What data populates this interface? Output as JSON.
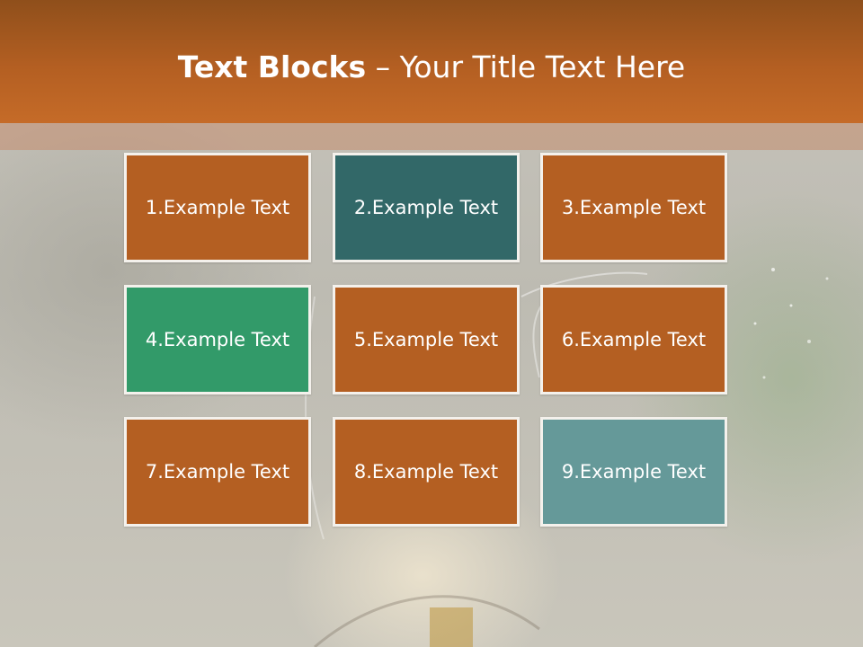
{
  "title": {
    "bold": "Text Blocks",
    "dash": " – ",
    "rest": "Your Title Text Here"
  },
  "blocks": [
    {
      "label": "1.Example Text",
      "color": "#b45f22"
    },
    {
      "label": "2.Example Text",
      "color": "#326868"
    },
    {
      "label": "3.Example Text",
      "color": "#b45f22"
    },
    {
      "label": "4.Example Text",
      "color": "#329a69"
    },
    {
      "label": "5.Example Text",
      "color": "#b45f22"
    },
    {
      "label": "6.Example Text",
      "color": "#b45f22"
    },
    {
      "label": "7.Example Text",
      "color": "#b45f22"
    },
    {
      "label": "8.Example Text",
      "color": "#b45f22"
    },
    {
      "label": "9.Example Text",
      "color": "#659999"
    }
  ],
  "colors": {
    "header": "#b45f22",
    "block_border": "#f4f1ec"
  }
}
